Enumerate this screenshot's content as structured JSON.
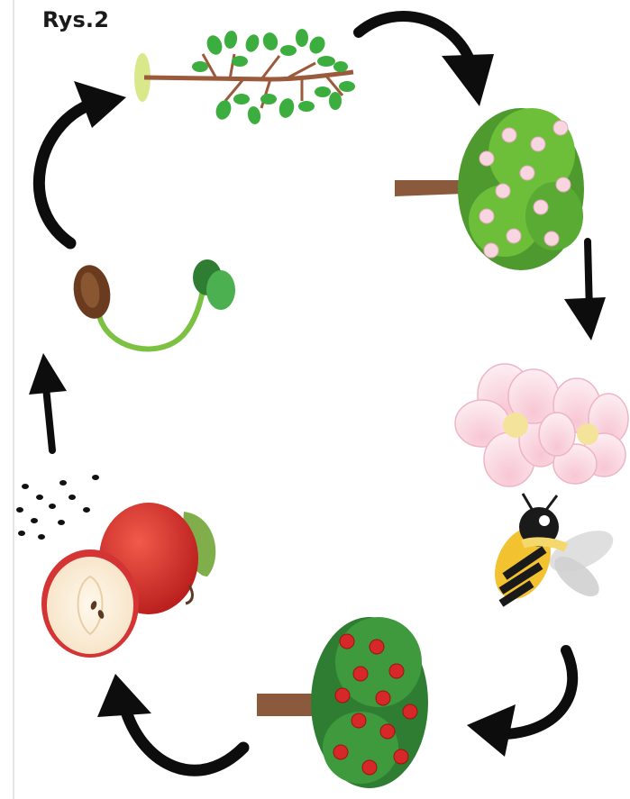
{
  "figure": {
    "label": "Rys.2"
  },
  "colors": {
    "arrow": "#0d0d0d",
    "leaf": "#3cae3f",
    "leaf_dark": "#2e7d32",
    "trunk": "#8b5a3c",
    "blossom": "#f4b6c8",
    "apple_red": "#d62828",
    "bee_yellow": "#f2c230"
  },
  "cycle_stages": [
    {
      "name": "seedling-branch",
      "icon": "sapling-icon"
    },
    {
      "name": "flowering-tree",
      "icon": "blossom-tree-icon"
    },
    {
      "name": "apple-blossoms",
      "icon": "flower-icon"
    },
    {
      "name": "pollinating-bee",
      "icon": "bee-icon"
    },
    {
      "name": "fruiting-tree",
      "icon": "apple-tree-icon"
    },
    {
      "name": "apple-and-seeds",
      "icon": "apple-icon"
    },
    {
      "name": "germinating-seed",
      "icon": "seed-sprout-icon"
    }
  ]
}
